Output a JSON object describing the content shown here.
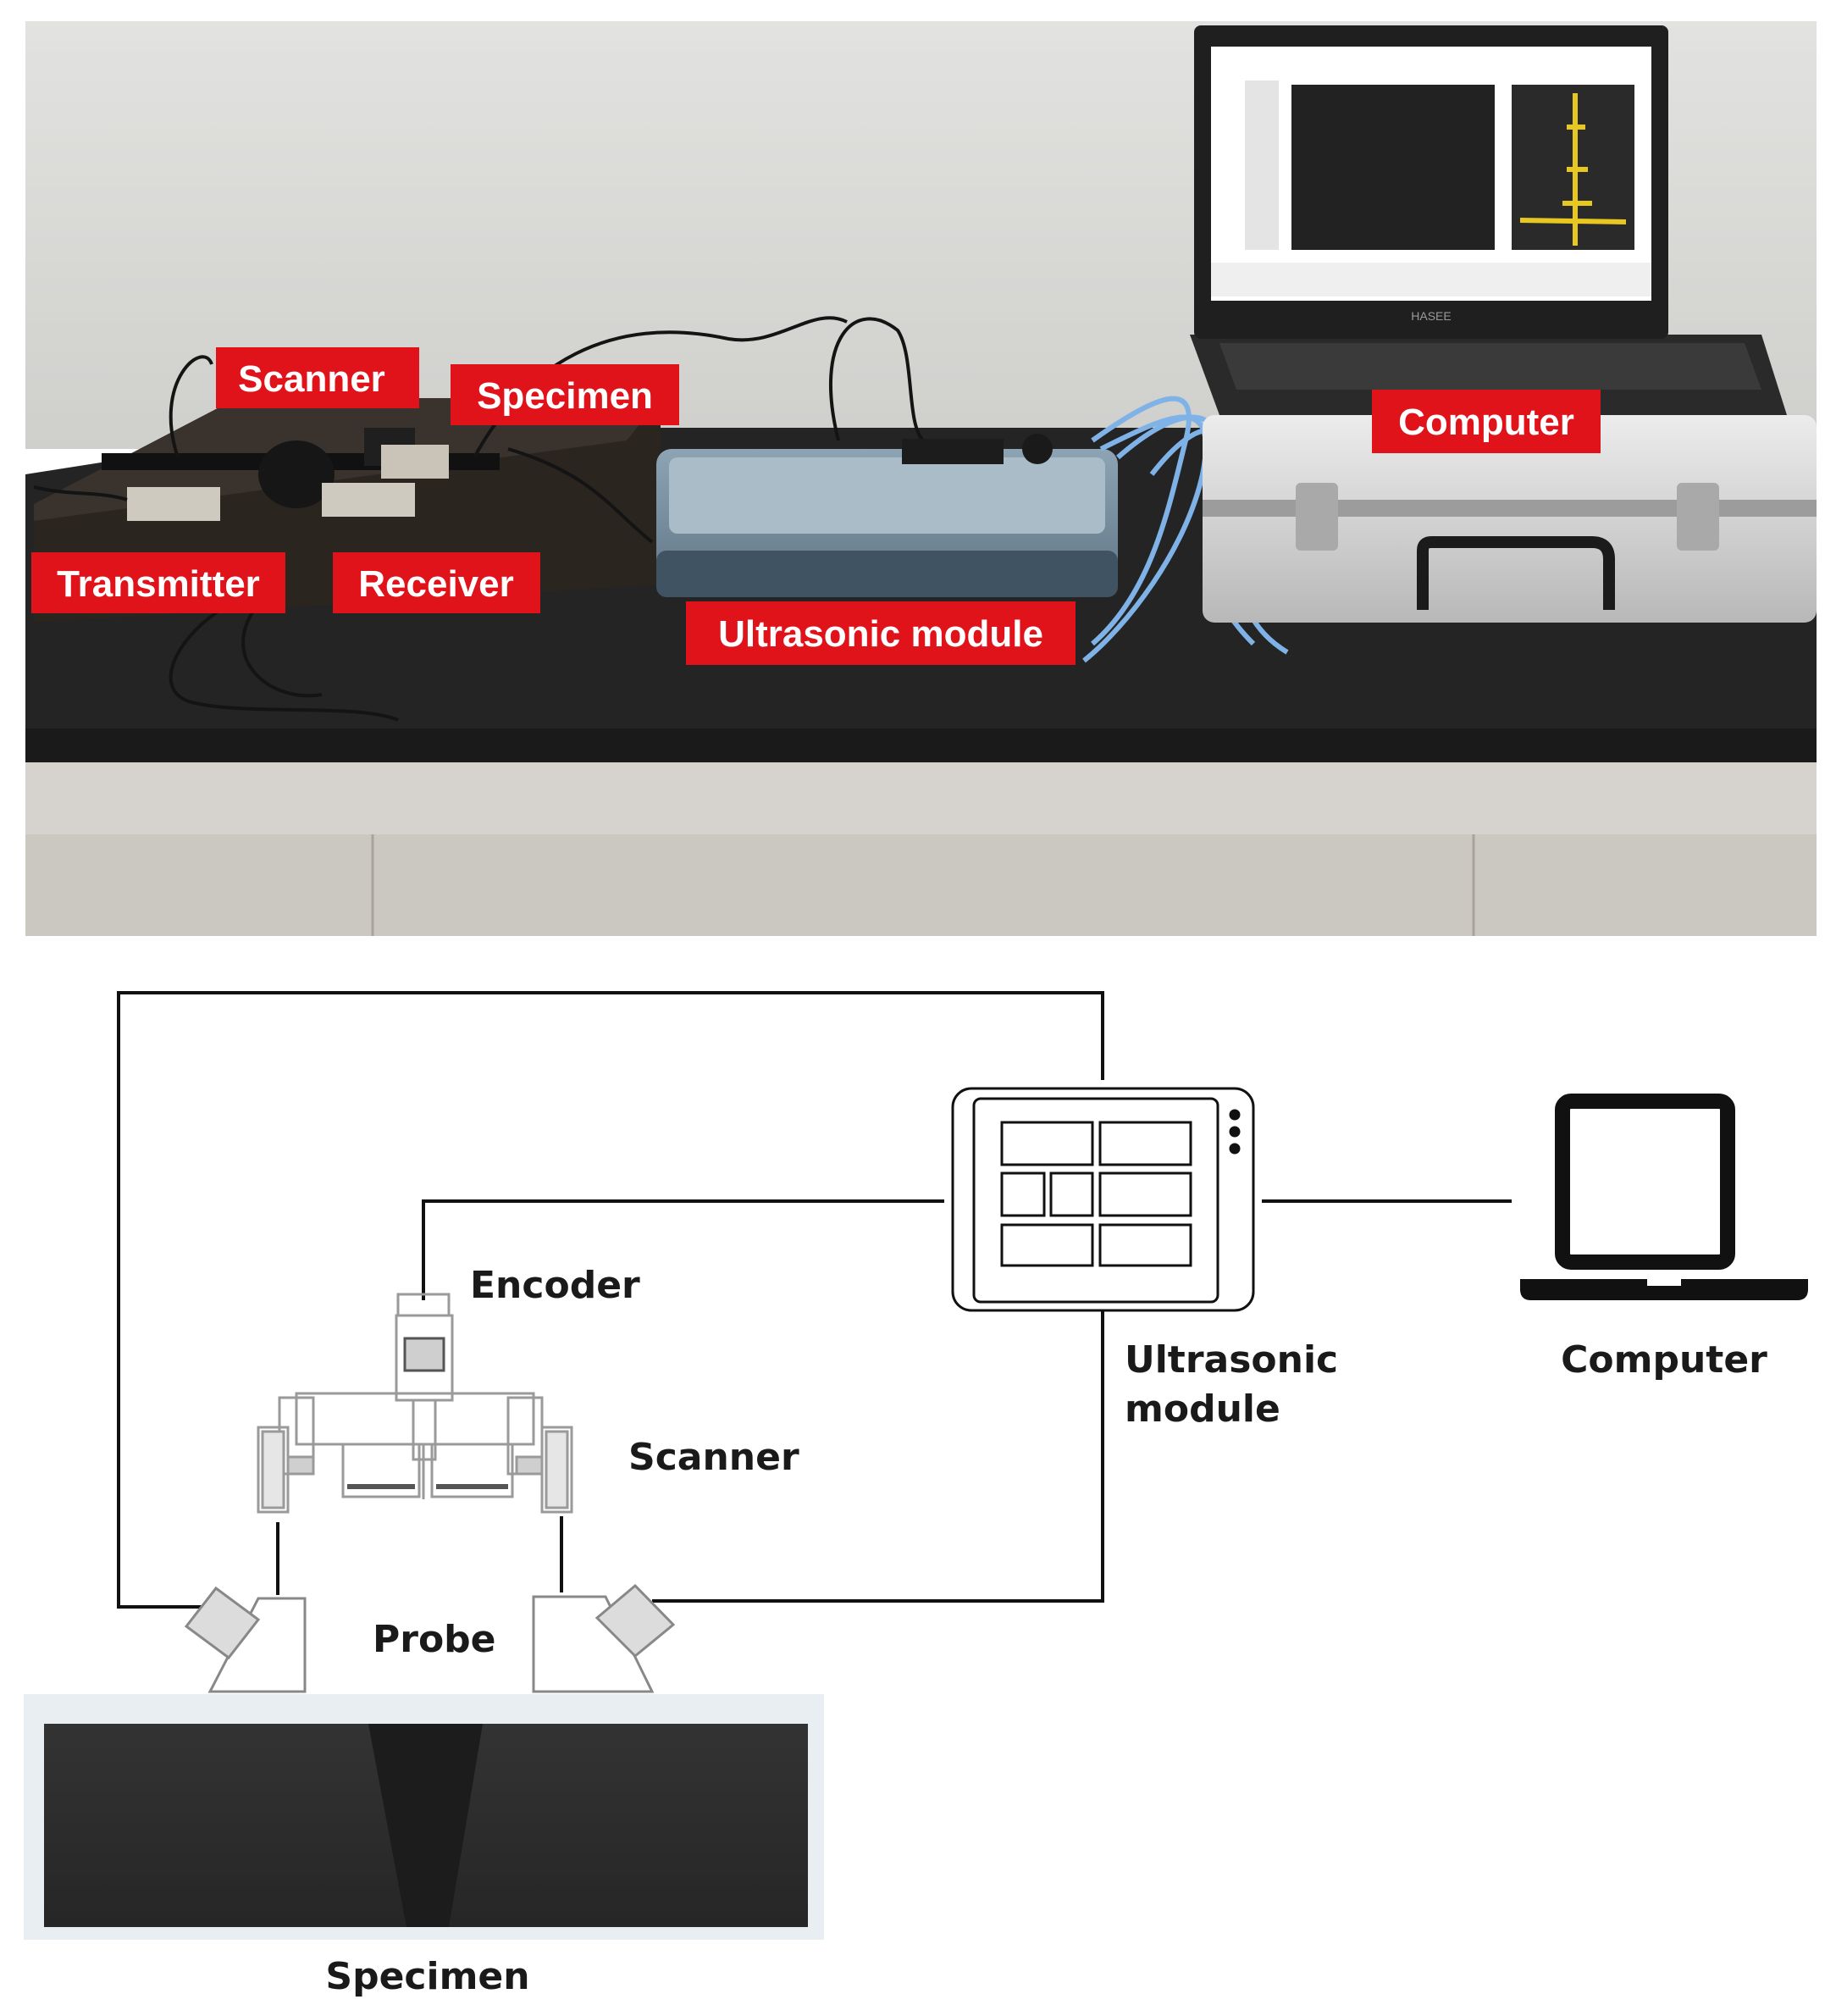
{
  "photo": {
    "labels": {
      "scanner": "Scanner",
      "specimen": "Specimen",
      "transmitter": "Transmitter",
      "receiver": "Receiver",
      "ultrasonic_module": "Ultrasonic module",
      "computer": "Computer"
    },
    "laptop_brand": "HASEE",
    "colors": {
      "label_bg": "#e0131b",
      "label_text": "#ffffff",
      "wall": "#dcdcda",
      "bench_top": "#262626",
      "case_silver": "#d8d8d8",
      "cable_blue": "#7fb2e6",
      "screen_signal": "#e8c820"
    }
  },
  "diagram": {
    "labels": {
      "encoder": "Encoder",
      "scanner": "Scanner",
      "probe": "Probe",
      "specimen": "Specimen",
      "ultrasonic_module_line1": "Ultrasonic",
      "ultrasonic_module_line2": "module",
      "computer": "Computer"
    },
    "colors": {
      "line": "#111111",
      "specimen_fill": "#2b2b2b",
      "weld_fill": "#1c1c1c"
    }
  }
}
